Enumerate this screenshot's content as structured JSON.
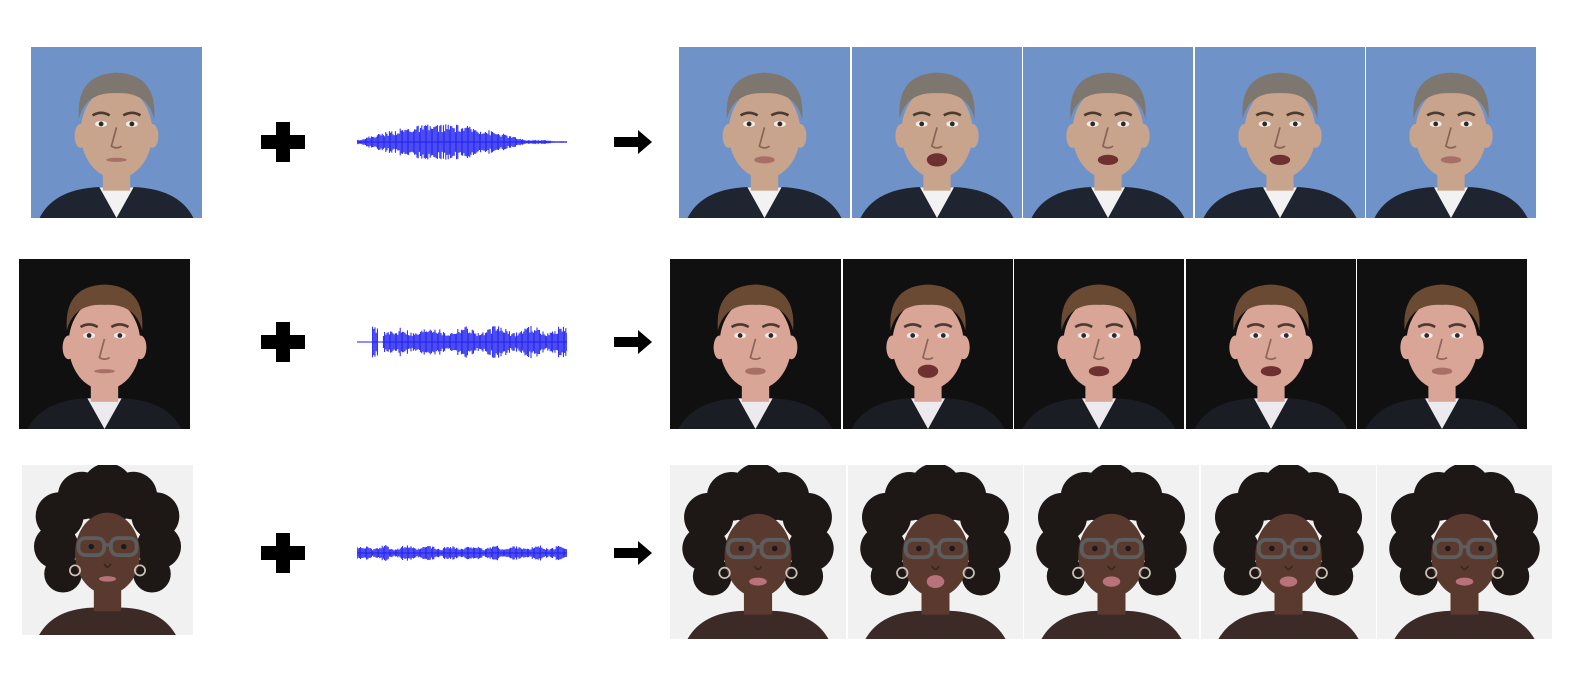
{
  "figure": {
    "rows": [
      {
        "id": "row-1",
        "subject": "older-man-blue-background",
        "background_color": "#6f93c8",
        "skin_color": "#c9a48c",
        "hair_color": "#7d776f",
        "clothing_color": "#1f2530",
        "shirt_color": "#f2f2f2",
        "frames": 5,
        "waveform": "speech-waveform-tapered"
      },
      {
        "id": "row-2",
        "subject": "younger-man-black-background",
        "background_color": "#111010",
        "skin_color": "#d9a597",
        "hair_color": "#6b4a33",
        "clothing_color": "#1a1d24",
        "shirt_color": "#ece9ef",
        "frames": 5,
        "waveform": "speech-waveform-dense"
      },
      {
        "id": "row-3",
        "subject": "woman-white-background",
        "background_color": "#f1f1f1",
        "skin_color": "#5a3a2e",
        "hair_color": "#1d1715",
        "clothing_color": "#3b2a26",
        "shirt_color": "#3b2a26",
        "frames": 5,
        "waveform": "speech-waveform-flat"
      }
    ],
    "colors": {
      "waveform": "#1f1ff0",
      "symbols": "#000000"
    },
    "icons": {
      "plus": "plus-icon",
      "arrow": "right-arrow-icon"
    }
  }
}
